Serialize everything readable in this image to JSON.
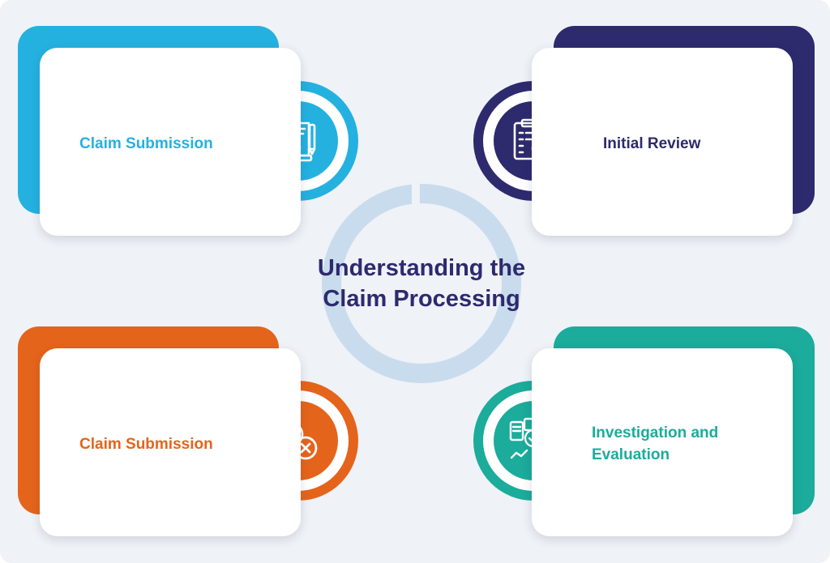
{
  "diagram": {
    "title": "Understanding the Claim Processing",
    "steps": [
      {
        "label": "Claim Submission",
        "color": "#24b1e0",
        "icon": "document-contract-icon"
      },
      {
        "label": "Initial Review",
        "color": "#2d2a6e",
        "icon": "clipboard-checklist-icon"
      },
      {
        "label": "Claim Submission",
        "color": "#e5641b",
        "icon": "approve-reject-icon"
      },
      {
        "label": "Investigation and Evaluation",
        "color": "#1bac9b",
        "icon": "document-search-icon"
      }
    ]
  }
}
